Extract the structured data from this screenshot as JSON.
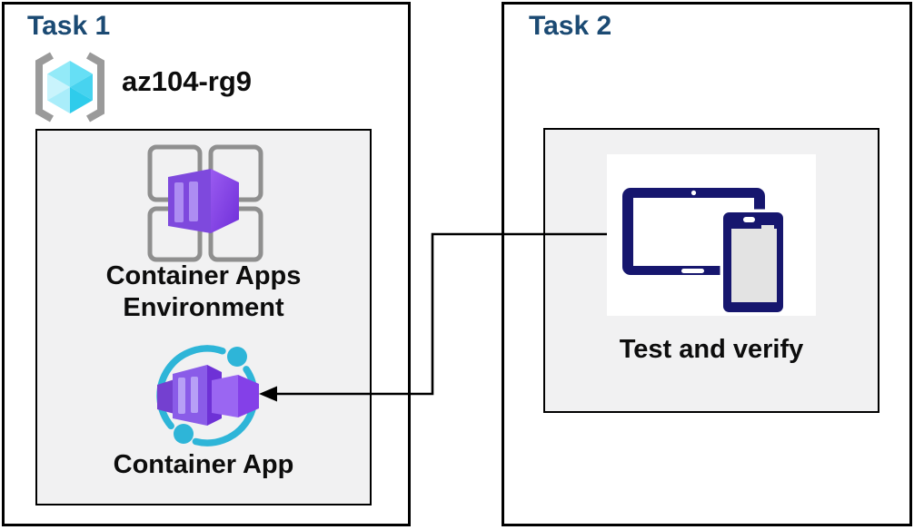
{
  "diagram": {
    "task1": {
      "title": "Task 1",
      "resource_group": {
        "name": "az104-rg9",
        "icon": "resource-group-icon"
      },
      "nodes": [
        {
          "id": "container-apps-environment",
          "icon": "container-apps-environment-icon",
          "label_lines": [
            "Container Apps",
            "Environment"
          ]
        },
        {
          "id": "container-app",
          "icon": "container-app-icon",
          "label": "Container App"
        }
      ]
    },
    "task2": {
      "title": "Task 2",
      "nodes": [
        {
          "id": "test-and-verify",
          "icon": "devices-icon",
          "label": "Test and verify"
        }
      ]
    },
    "connector": {
      "arrowhead": "points-left-at-container-app"
    },
    "colors": {
      "title_blue": "#1b4a73",
      "box_border": "#000000",
      "inner_box_bg": "#f1f1f2",
      "device_navy": "#16166e",
      "cyan_accent": "#2eb5d8",
      "purple_accent": "#8a46ea",
      "purple_dark": "#6e31d6",
      "stripe_light": "#b7a0f6",
      "gray_accent": "#8f8f8f",
      "cube_cyan_light": "#c9f4fc",
      "cube_cyan_dark": "#2fcceb"
    }
  }
}
